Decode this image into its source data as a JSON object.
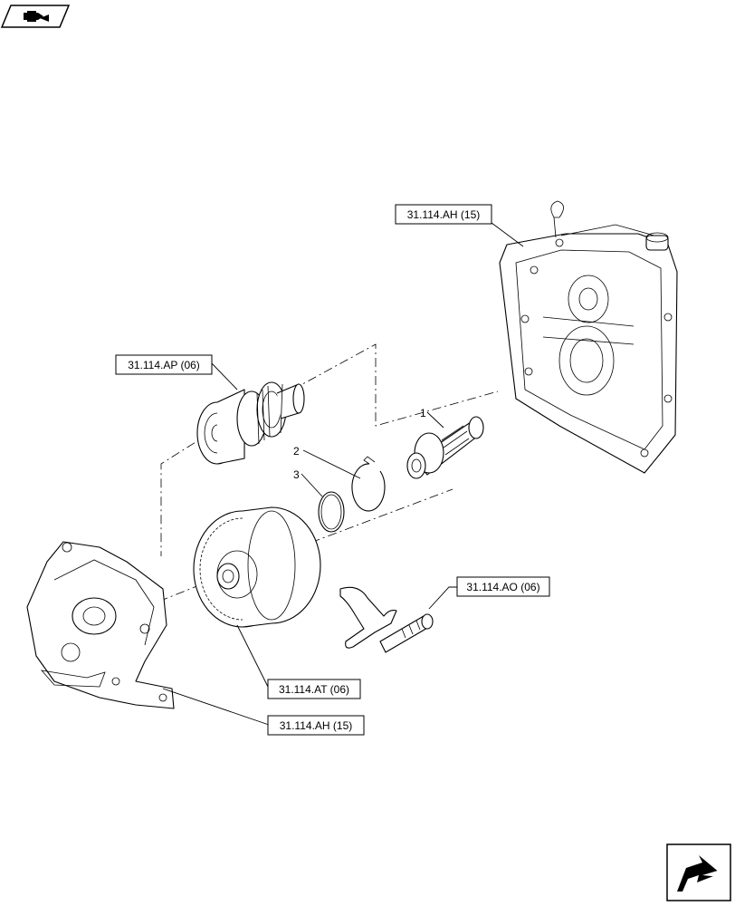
{
  "references": [
    {
      "id": "ref-housing-top",
      "label": "31.114.AH (15)"
    },
    {
      "id": "ref-gear-cluster",
      "label": "31.114.AP (06)"
    },
    {
      "id": "ref-shift-fork",
      "label": "31.114.AO (06)"
    },
    {
      "id": "ref-large-gear",
      "label": "31.114.AT (06)"
    },
    {
      "id": "ref-housing-bottom",
      "label": "31.114.AH (15)"
    }
  ],
  "callouts": [
    {
      "id": "callout-1",
      "number": "1"
    },
    {
      "id": "callout-2",
      "number": "2"
    },
    {
      "id": "callout-3",
      "number": "3"
    }
  ],
  "icons": {
    "top_left": "page-back-arrow-icon",
    "bottom_right": "next-page-arrow-icon"
  }
}
